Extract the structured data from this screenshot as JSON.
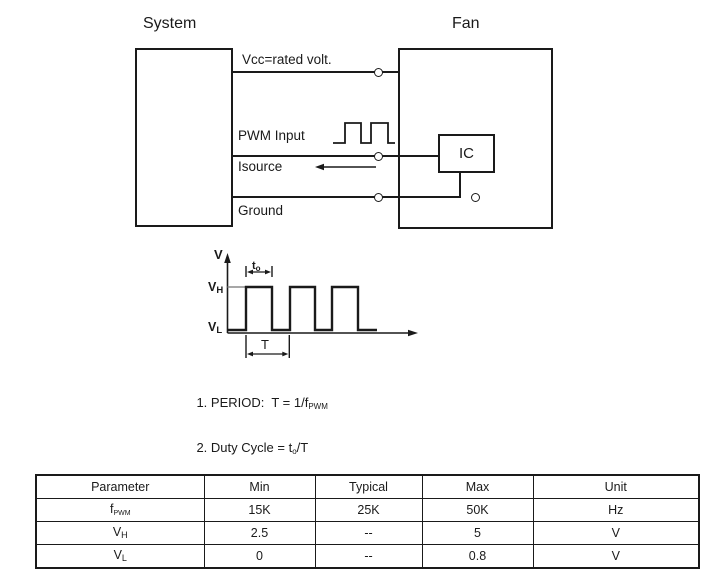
{
  "diagram": {
    "system_title": "System",
    "fan_title": "Fan",
    "ic_label": "IC",
    "vcc_label": "Vcc=rated volt.",
    "pwm_label": "PWM Input",
    "isource_label": "Isource",
    "ground_label": "Ground"
  },
  "waveform": {
    "v_axis": "V",
    "vh_base": "V",
    "vh_sub": "H",
    "vl_base": "V",
    "vl_sub": "L",
    "t0_base": "t",
    "t0_sub": "o",
    "period": "T"
  },
  "notes": {
    "note1_text": "1. PERIOD:  T = 1/f",
    "note1_sub": "PWM",
    "note2_text": "2. Duty Cycle = t",
    "note2_sub": "o",
    "note2_suffix": "/T"
  },
  "table": {
    "headers": [
      "Parameter",
      "Min",
      "Typical",
      "Max",
      "Unit"
    ],
    "rows": [
      {
        "param_base": "f",
        "param_sub": "PWM",
        "min": "15K",
        "typical": "25K",
        "max": "50K",
        "unit": "Hz"
      },
      {
        "param_base": "V",
        "param_sub": "H",
        "min": "2.5",
        "typical": "--",
        "max": "5",
        "unit": "V"
      },
      {
        "param_base": "V",
        "param_sub": "L",
        "min": "0",
        "typical": "--",
        "max": "0.8",
        "unit": "V"
      }
    ]
  },
  "colors": {
    "line": "#1a1a1a",
    "vh_guide": "#8a8a8a"
  }
}
